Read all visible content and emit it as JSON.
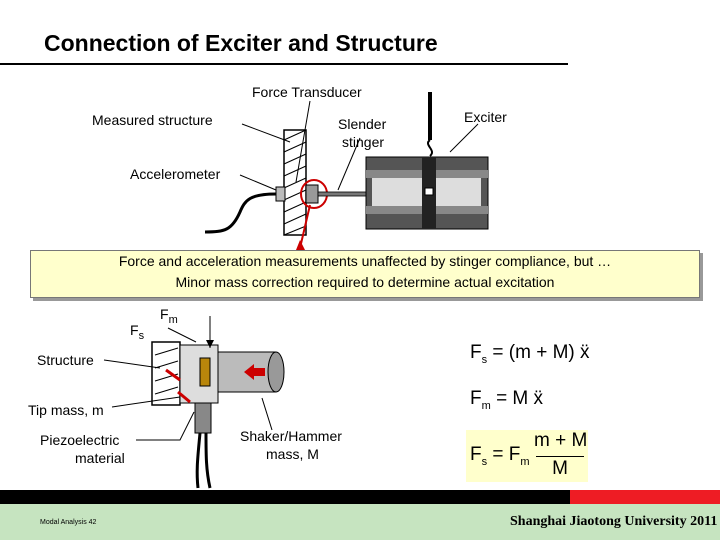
{
  "title": "Connection of Exciter and Structure",
  "labels": {
    "force_transducer": "Force Transducer",
    "measured_structure": "Measured structure",
    "exciter": "Exciter",
    "slender_stinger_1": "Slender",
    "slender_stinger_2": "stinger",
    "accelerometer": "Accelerometer",
    "structure": "Structure",
    "tip_mass": "Tip mass, m",
    "piezo_1": "Piezoelectric",
    "piezo_2": "material",
    "shaker_1": "Shaker/Hammer",
    "shaker_2": "mass, M",
    "fs_main": "F",
    "fs_sub": "s",
    "fm_main": "F",
    "fm_sub": "m"
  },
  "callout": {
    "line1": "Force and acceleration measurements unaffected by stinger compliance, but …",
    "line2": "Minor mass correction required to determine actual excitation"
  },
  "equations": {
    "eq1_left": "F",
    "eq1_left_sub": "s",
    "eq1_right": "= (m + M) ẍ",
    "eq2_left": "F",
    "eq2_left_sub": "m",
    "eq2_right": "= M ẍ",
    "eq3_left": "F",
    "eq3_left_sub": "s",
    "eq3_mid": "= F",
    "eq3_mid_sub": "m",
    "eq3_num": "m + M",
    "eq3_den": "M"
  },
  "footer": {
    "left": "Modal Analysis 42",
    "right": "Shanghai Jiaotong University 2011"
  },
  "colors": {
    "callout_bg": "#ffffcc",
    "footer_red": "#ee1c24",
    "footer_green": "#c6e4c0",
    "arrow_red": "#cc0000"
  }
}
